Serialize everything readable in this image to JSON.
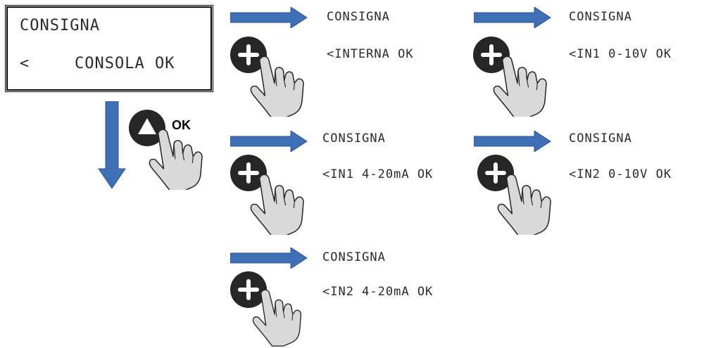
{
  "colors": {
    "arrow": "#3F6FB5",
    "arrow_edge": "#2F5597",
    "button": "#262626",
    "hand": "#d9d9d9"
  },
  "main_display": {
    "line1": "CONSIGNA",
    "line2_prefix": "<",
    "line2_value": "CONSOLA OK"
  },
  "confirm": {
    "icon": "up-triangle-icon",
    "label": "OK"
  },
  "steps": [
    {
      "line1": "CONSIGNA",
      "line2": "<INTERNA OK"
    },
    {
      "line1": "CONSIGNA",
      "line2": "<IN1 0-10V OK"
    },
    {
      "line1": "CONSIGNA",
      "line2": "<IN1 4-20mA OK"
    },
    {
      "line1": "CONSIGNA",
      "line2": "<IN2 0-10V OK"
    },
    {
      "line1": "CONSIGNA",
      "line2": "<IN2 4-20mA OK"
    }
  ],
  "step_button_icon": "plus-icon"
}
